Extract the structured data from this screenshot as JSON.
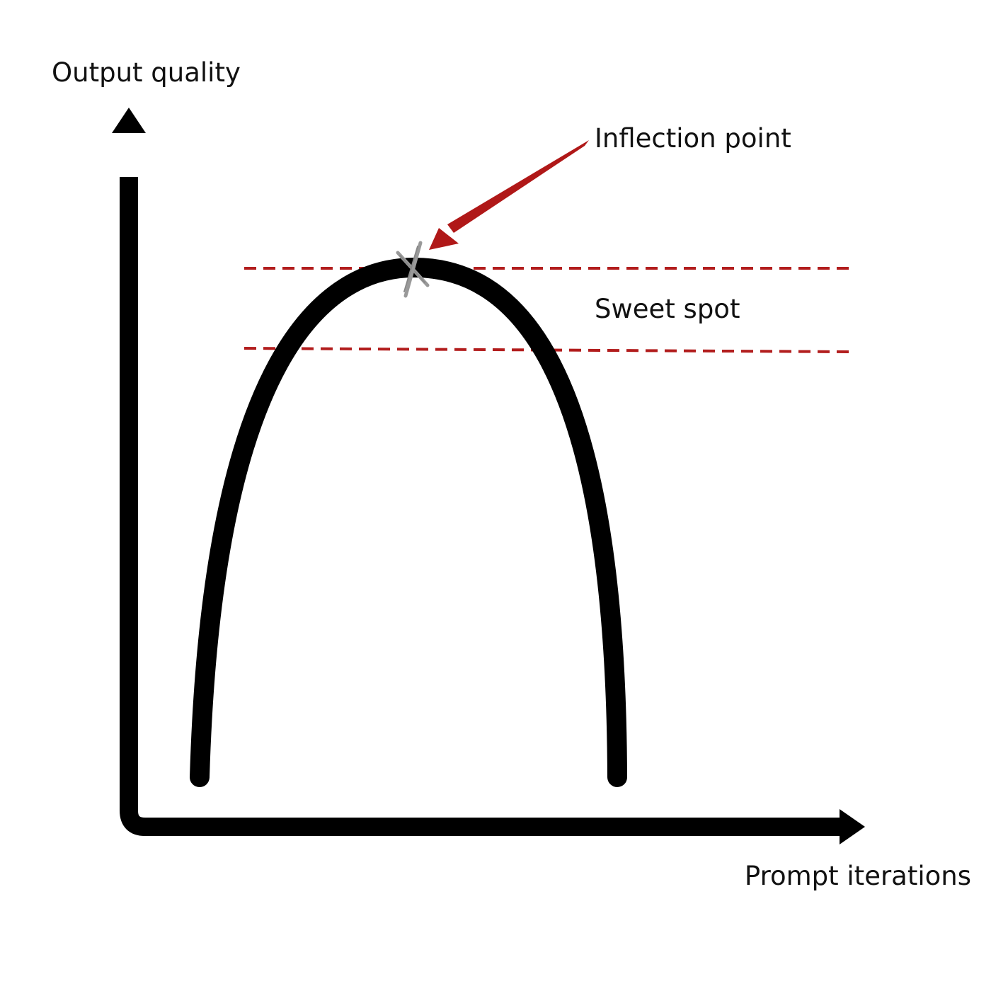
{
  "diagram": {
    "labels": {
      "y_axis": "Output quality",
      "x_axis": "Prompt iterations",
      "inflection": "Inflection point",
      "sweet_spot": "Sweet spot"
    },
    "colors": {
      "axis": "#000000",
      "curve": "#000000",
      "threshold": "#b21d1d",
      "arrow": "#b01818",
      "marker": "#999999",
      "text": "#111111"
    },
    "icons": {
      "marker": "x-mark-icon"
    }
  }
}
